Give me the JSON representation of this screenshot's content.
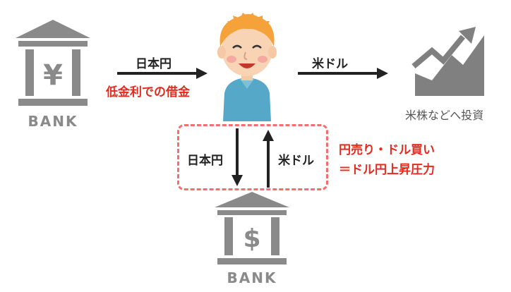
{
  "banks": {
    "yen_bank": {
      "symbol": "¥",
      "caption": "BANK",
      "icon": "yen-bank-icon"
    },
    "dollar_bank": {
      "symbol": "$",
      "caption": "BANK",
      "icon": "dollar-bank-icon"
    }
  },
  "flow_top": {
    "yen_label": "日本円",
    "loan_label": "低金利での借金",
    "usd_label": "米ドル",
    "invest_label": "米株などへ投資"
  },
  "exchange": {
    "left_label": "日本円",
    "right_label": "米ドル",
    "note_line1": "円売り・ドル買い",
    "note_line2": "＝ドル円上昇圧力"
  },
  "colors": {
    "bank_gray": "#8a8a8a",
    "arrow": "#222222",
    "accent_red": "#e52a1f",
    "dash": "#f07070",
    "chart_gray": "#808080"
  },
  "icons": {
    "investor": "smiling-person-icon",
    "chart": "rising-chart-icon"
  }
}
